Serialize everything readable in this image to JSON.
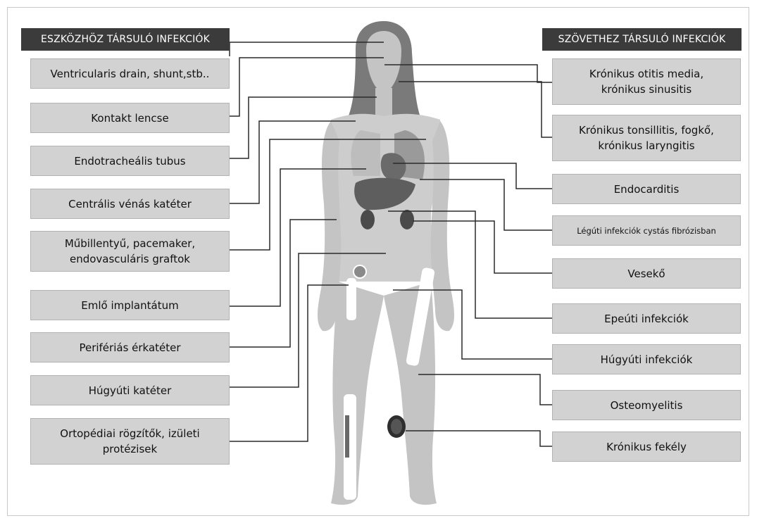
{
  "left_header": "ESZKÖZHÖZ TÁRSULÓ INFEKCIÓK",
  "right_header": "SZÖVETHEZ TÁRSULÓ INFEKCIÓK",
  "left_labels": [
    "Ventricularis drain, shunt,stb..",
    "Kontakt lencse",
    "Endotracheális tubus",
    "Centrális vénás katéter",
    "Műbillentyű, pacemaker,\nendovasculáris graftok",
    "Emlő implantátum",
    "Perifériás érkatéter",
    "Húgyúti katéter",
    "Ortopédiai rögzítők, izületi\nprotézisek"
  ],
  "right_labels": [
    "Krónikus otitis media,\nkrónikus sinusitis",
    "Krónikus tonsillitis, fogkő,\nkrónikus laryngitis",
    "Endocarditis",
    "Légúti infekciók cystás fibrózisban",
    "Vesekő",
    "Epeúti infekciók",
    "Húgyúti infekciók",
    "Osteomyelitis",
    "Krónikus fekély"
  ]
}
